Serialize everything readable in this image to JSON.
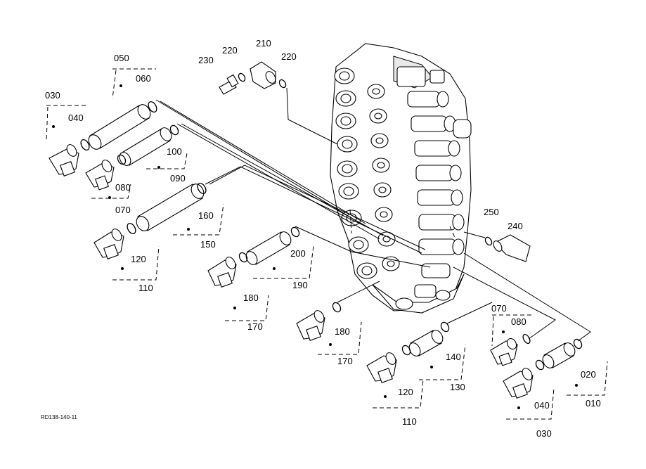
{
  "drawing_ref": "RD138-140-11",
  "callouts": [
    {
      "id": "c050",
      "text": "050"
    },
    {
      "id": "c060",
      "text": "060"
    },
    {
      "id": "c030a",
      "text": "030"
    },
    {
      "id": "c040a",
      "text": "040"
    },
    {
      "id": "c100",
      "text": "100"
    },
    {
      "id": "c090",
      "text": "090"
    },
    {
      "id": "c080a",
      "text": "080"
    },
    {
      "id": "c070a",
      "text": "070"
    },
    {
      "id": "c160",
      "text": "160"
    },
    {
      "id": "c150",
      "text": "150"
    },
    {
      "id": "c120a",
      "text": "120"
    },
    {
      "id": "c110a",
      "text": "110"
    },
    {
      "id": "c230",
      "text": "230"
    },
    {
      "id": "c220a",
      "text": "220"
    },
    {
      "id": "c210",
      "text": "210"
    },
    {
      "id": "c220b",
      "text": "220"
    },
    {
      "id": "c200",
      "text": "200"
    },
    {
      "id": "c190",
      "text": "190"
    },
    {
      "id": "c180a",
      "text": "180"
    },
    {
      "id": "c170a",
      "text": "170"
    },
    {
      "id": "c180b",
      "text": "180"
    },
    {
      "id": "c170b",
      "text": "170"
    },
    {
      "id": "c250",
      "text": "250"
    },
    {
      "id": "c240",
      "text": "240"
    },
    {
      "id": "c140",
      "text": "140"
    },
    {
      "id": "c130",
      "text": "130"
    },
    {
      "id": "c120b",
      "text": "120"
    },
    {
      "id": "c110b",
      "text": "110"
    },
    {
      "id": "c070b",
      "text": "070"
    },
    {
      "id": "c080b",
      "text": "080"
    },
    {
      "id": "c020",
      "text": "020"
    },
    {
      "id": "c010",
      "text": "010"
    },
    {
      "id": "c040b",
      "text": "040"
    },
    {
      "id": "c030b",
      "text": "030"
    }
  ]
}
